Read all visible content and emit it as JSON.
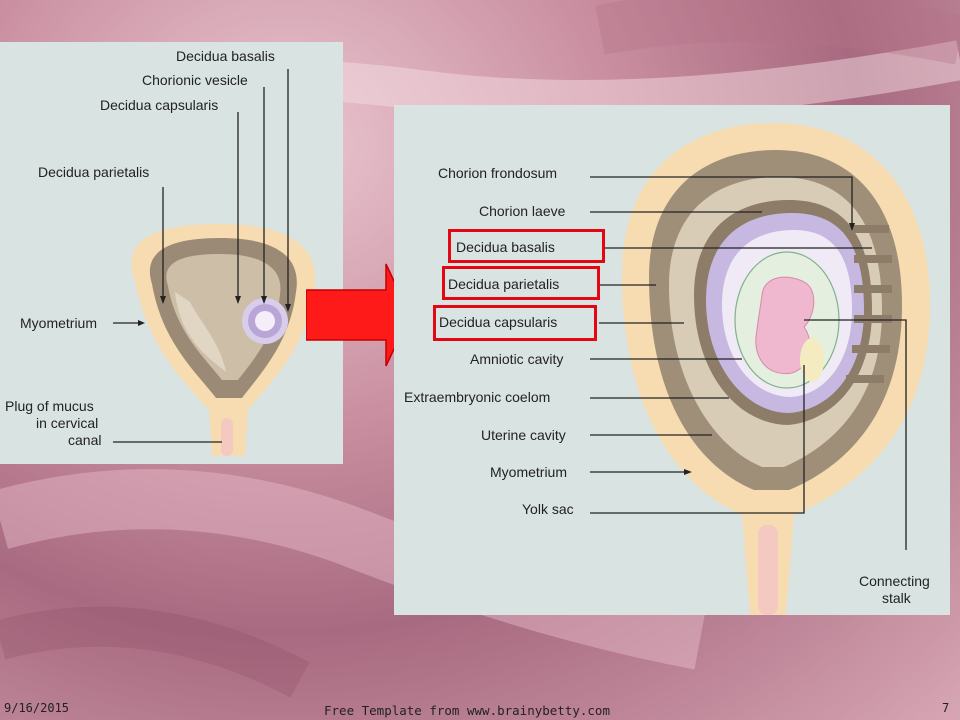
{
  "left_diagram": {
    "labels": {
      "decidua_basalis": "Decidua basalis",
      "chorionic_vesicle": "Chorionic vesicle",
      "decidua_capsularis": "Decidua capsularis",
      "decidua_parietalis": "Decidua parietalis",
      "myometrium": "Myometrium",
      "plug_line1": "Plug of mucus",
      "plug_line2": "in cervical",
      "plug_line3": "canal"
    }
  },
  "right_diagram": {
    "labels": {
      "chorion_frondosum": "Chorion frondosum",
      "chorion_laeve": "Chorion laeve",
      "decidua_basalis": "Decidua basalis",
      "decidua_parietalis": "Decidua parietalis",
      "decidua_capsularis": "Decidua capsularis",
      "amniotic_cavity": "Amniotic cavity",
      "extraembryonic_coelom": "Extraembryonic coelom",
      "uterine_cavity": "Uterine cavity",
      "myometrium": "Myometrium",
      "yolk_sac": "Yolk sac",
      "connecting_line1": "Connecting",
      "connecting_line2": "stalk"
    },
    "highlight_color": "#e30613"
  },
  "arrow": {
    "color": "#ff1a1a"
  },
  "footer": {
    "date": "9/16/2015",
    "credit": "Free Template from www.brainybetty.com",
    "page": "7"
  }
}
